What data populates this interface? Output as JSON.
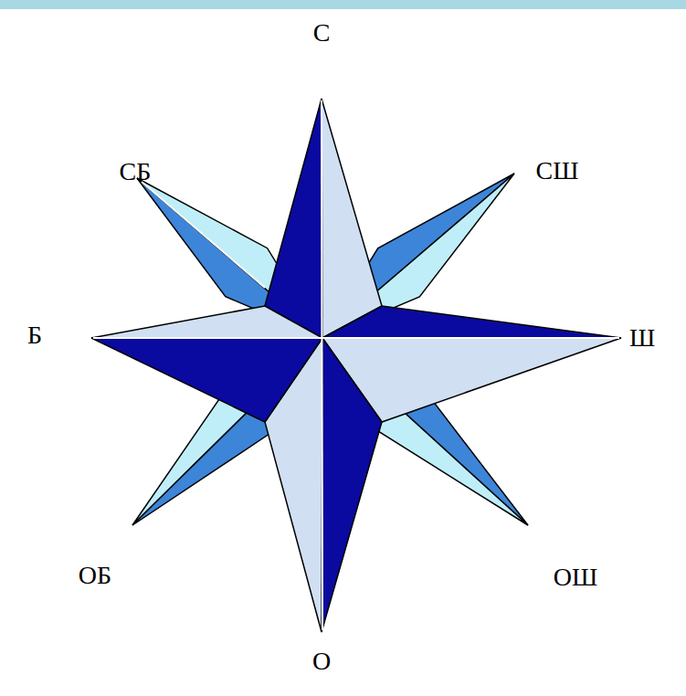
{
  "diagram": {
    "labels": [
      "С",
      "СШ",
      "Ш",
      "ОШ",
      "О",
      "ОБ",
      "Б",
      "СБ"
    ]
  }
}
